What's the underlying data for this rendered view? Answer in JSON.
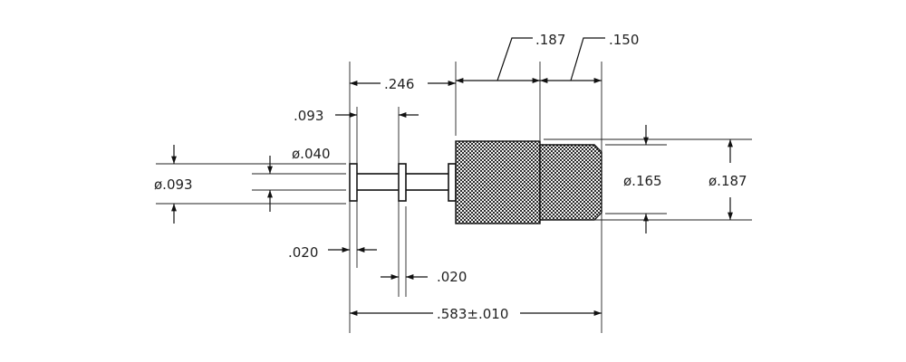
{
  "dimensions": {
    "seg1_len": ".187",
    "seg2_len": ".150",
    "spacing": ".246",
    "flange_spacing": ".093",
    "pin_dia": "ø.040",
    "flange_dia": "ø.093",
    "flange_thick_1": ".020",
    "flange_thick_2": ".020",
    "body_dia_small": "ø.165",
    "body_dia_large": "ø.187",
    "overall_len": ".583±.010"
  }
}
